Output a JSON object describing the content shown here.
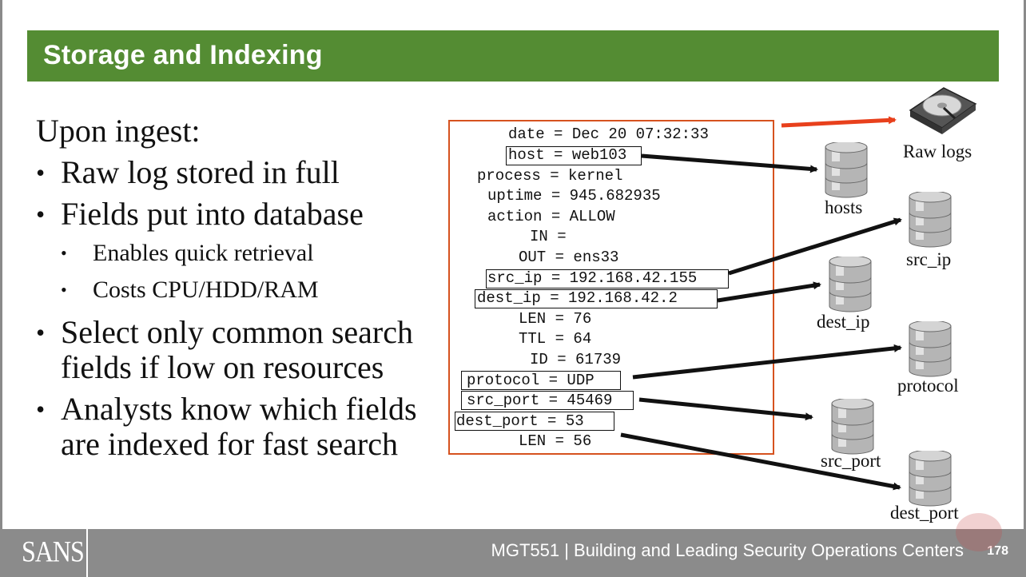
{
  "title": "Storage and Indexing",
  "lead": "Upon ingest:",
  "bullets": [
    "Raw log stored in full",
    "Fields put into database",
    "Enables quick retrieval",
    "Costs CPU/HDD/RAM",
    "Select only common search fields if low on resources",
    "Analysts know which fields are indexed for fast search"
  ],
  "log_lines": [
    "date = Dec 20 07:32:33",
    "host = web103",
    "process = kernel",
    "uptime = 945.682935",
    "action = ALLOW",
    "IN =",
    "OUT = ens33",
    "src_ip = 192.168.42.155",
    "dest_ip = 192.168.42.2",
    "LEN = 76",
    "TTL = 64",
    "ID = 61739",
    "protocol = UDP",
    "src_port = 45469",
    "dest_port = 53",
    "LEN = 56"
  ],
  "stores": {
    "raw_logs": "Raw logs",
    "hosts": "hosts",
    "src_ip": "src_ip",
    "dest_ip": "dest_ip",
    "protocol": "protocol",
    "src_port": "src_port",
    "dest_port": "dest_port"
  },
  "footer": {
    "logo": "SANS",
    "course": "MGT551 | Building and Leading Security Operations Centers",
    "page": "178"
  },
  "colors": {
    "title_bar": "#548c33",
    "log_box_border": "#d6521f",
    "raw_arrow": "#e8401c",
    "footer": "#8b8b8b"
  }
}
